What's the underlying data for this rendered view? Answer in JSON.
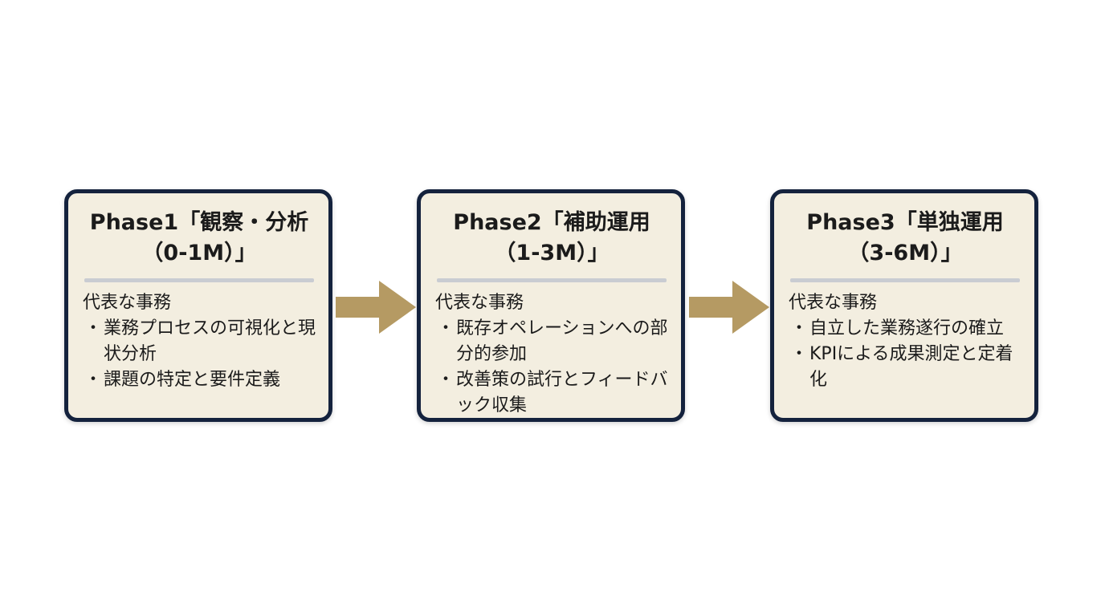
{
  "colors": {
    "card_border": "#14223d",
    "card_fill": "#f3eee0",
    "arrow": "#b59a63",
    "divider": "#c9ccd2"
  },
  "phases": [
    {
      "title_line1": "Phase1「観察・分析",
      "title_line2": "（0-1M）」",
      "section_heading": "代表な事務",
      "tasks": [
        "業務プロセスの可視化と現状分析",
        "課題の特定と要件定義"
      ]
    },
    {
      "title_line1": "Phase2「補助運用",
      "title_line2": "（1-3M）」",
      "section_heading": "代表な事務",
      "tasks": [
        "既存オペレーションへの部分的参加",
        "改善策の試行とフィードバック収集"
      ]
    },
    {
      "title_line1": "Phase3「単独運用",
      "title_line2": "（3-6M）」",
      "section_heading": "代表な事務",
      "tasks": [
        "自立した業務遂行の確立",
        "KPIによる成果測定と定着化"
      ]
    }
  ]
}
